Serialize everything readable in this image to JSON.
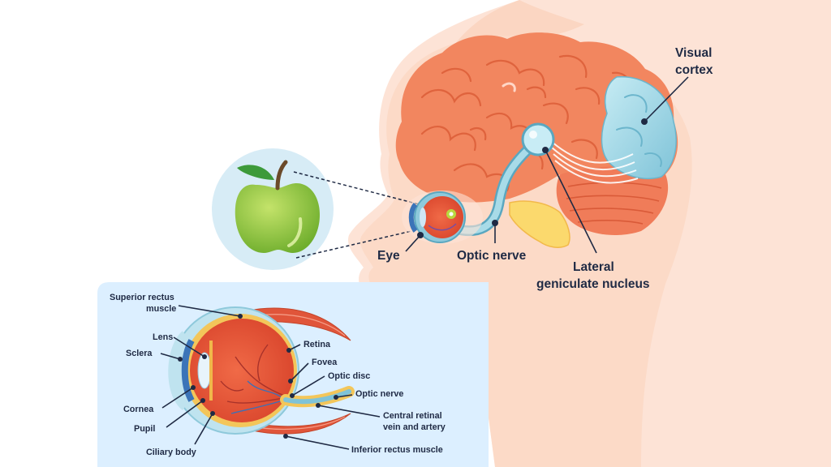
{
  "labels": {
    "visual_cortex_line1": "Visual",
    "visual_cortex_line2": "cortex",
    "eye": "Eye",
    "optic_nerve": "Optic nerve",
    "lgn_line1": "Lateral",
    "lgn_line2": "geniculate nucleus"
  },
  "inset_labels": {
    "superior_rectus_line1": "Superior rectus",
    "superior_rectus_line2": "muscle",
    "lens": "Lens",
    "sclera": "Sclera",
    "retina": "Retina",
    "fovea": "Fovea",
    "optic_disc": "Optic disc",
    "optic_nerve": "Optic nerve",
    "cornea": "Cornea",
    "pupil": "Pupil",
    "central_retinal_line1": "Central retinal",
    "central_retinal_line2": "vein and artery",
    "ciliary_body": "Ciliary body",
    "inferior_rectus": "Inferior rectus muscle"
  },
  "colors": {
    "head_skin": "#fde3d6",
    "head_inner": "#fcd8c4",
    "brain": "#f2865f",
    "brain_fold": "#e0643d",
    "visual_cortex": "#a9d9e6",
    "cerebellum": "#f07c59",
    "brainstem": "#fbd96d",
    "optic_tract": "#8ec9db",
    "apple": "#8cc63f",
    "apple_bg": "#d7ecf6",
    "inset_bg": "#dcefff",
    "muscle": "#e0553a",
    "label_text": "#1f2a44"
  }
}
